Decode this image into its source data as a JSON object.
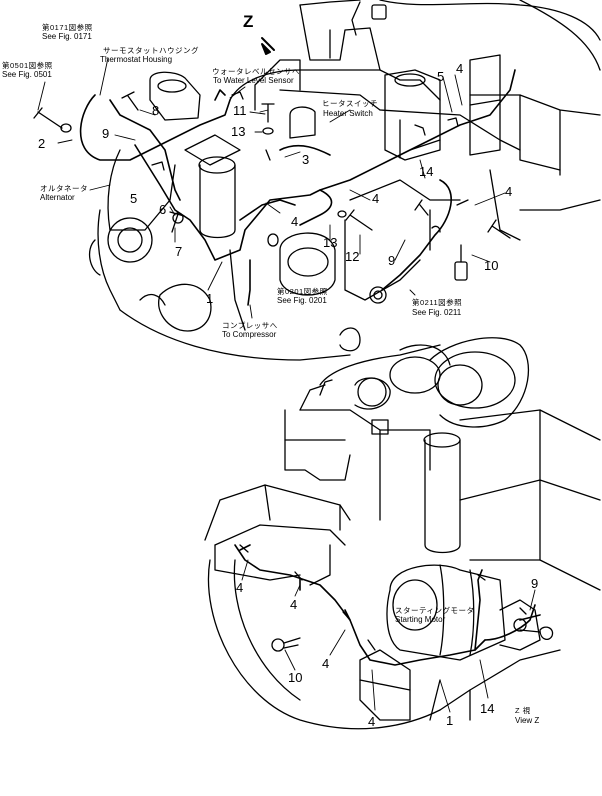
{
  "view_marker": "Z",
  "refs": {
    "fig0171_jp": "第0171図参照",
    "fig0171_en": "See Fig. 0171",
    "fig0501_jp": "第0501図参照",
    "fig0501_en": "See Fig. 0501",
    "fig0201_jp": "第0201図参照",
    "fig0201_en": "See Fig. 0201",
    "fig0211_jp": "第0211図参照",
    "fig0211_en": "See Fig. 0211"
  },
  "callouts": {
    "thermostat_jp": "サーモスタットハウジング",
    "thermostat_en": "Thermostat Housing",
    "water_level_jp": "ウォータレベルセンサへ",
    "water_level_en": "To Water Level Sensor",
    "heater_jp": "ヒータスイッチ",
    "heater_en": "Heater Switch",
    "alternator_jp": "オルタネータ",
    "alternator_en": "Alternator",
    "compressor_jp": "コンプレッサへ",
    "compressor_en": "To Compressor",
    "starting_jp": "スターティングモータ",
    "starting_en": "Starting Motor",
    "viewz_jp": "Z 視",
    "viewz_en": "View Z"
  },
  "part_numbers": {
    "n1": "1",
    "n2": "2",
    "n3": "3",
    "n4": "4",
    "n5": "5",
    "n6": "6",
    "n7": "7",
    "n8": "8",
    "n9": "9",
    "n10": "10",
    "n11": "11",
    "n12": "12",
    "n13": "13",
    "n14": "14"
  }
}
